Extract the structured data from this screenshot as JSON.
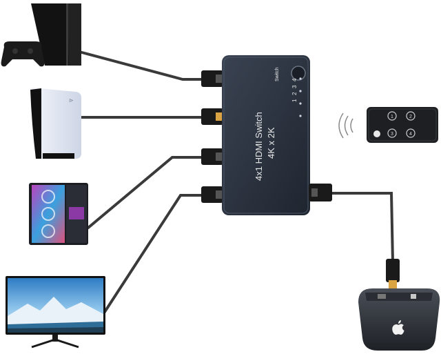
{
  "switch_box": {
    "title": "4x1 HDMI Switch",
    "subtitle": "4K x 2K",
    "button_label": "Switch",
    "port_numbers": [
      "1",
      "2",
      "3",
      "4"
    ]
  },
  "remote": {
    "buttons": [
      "1",
      "2",
      "3",
      "4"
    ]
  },
  "colors": {
    "switch_body": "#2b3340",
    "cable": "#3a3a3a",
    "connector_gold": "#d9a441",
    "monitor_sky": "#5aa3d8"
  },
  "icons": [
    "playstation-4-console-icon",
    "playstation-5-console-icon",
    "gaming-pc-icon",
    "monitor-icon",
    "remote-control-icon",
    "ir-signal-icon",
    "media-box-icon",
    "apple-logo-icon"
  ]
}
